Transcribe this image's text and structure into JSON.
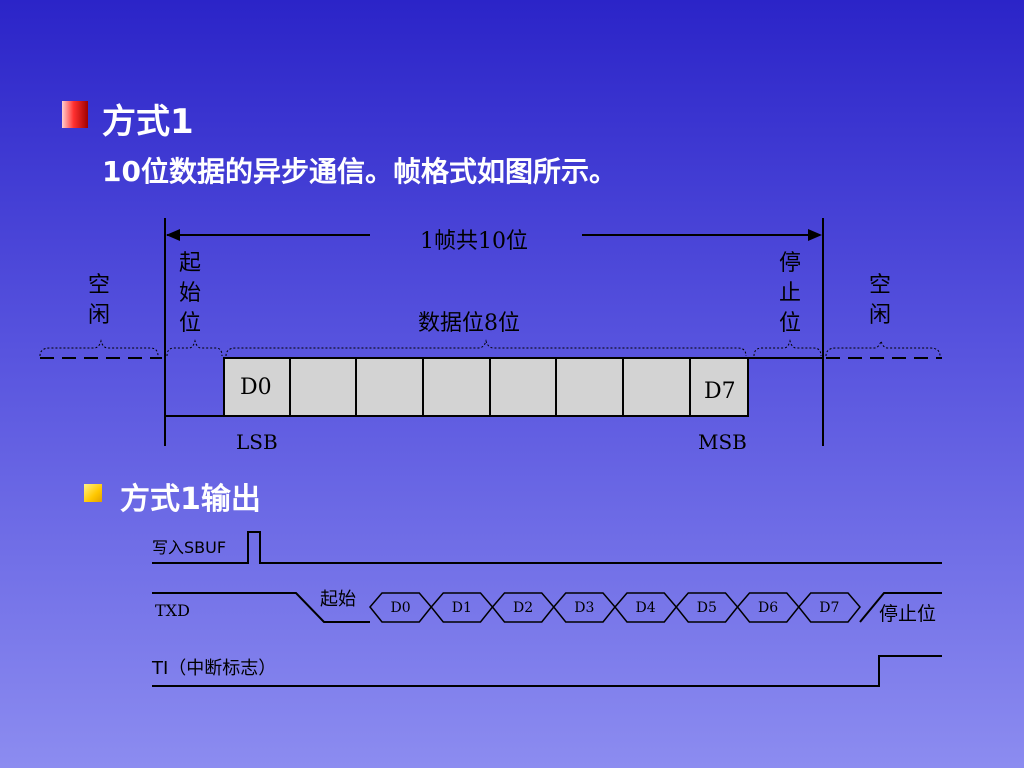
{
  "section1": {
    "title": "方式1",
    "subtitle": "10位数据的异步通信。帧格式如图所示。"
  },
  "frame_diagram": {
    "frame_label": "1帧共10位",
    "idle_left": [
      "空",
      "闲"
    ],
    "idle_right": [
      "空",
      "闲"
    ],
    "start_bit": [
      "起",
      "始",
      "位"
    ],
    "stop_bit": [
      "停",
      "止",
      "位"
    ],
    "data_label": "数据位8位",
    "first_bit": "D0",
    "last_bit": "D7",
    "lsb": "LSB",
    "msb": "MSB"
  },
  "section2": {
    "title": "方式1输出"
  },
  "timing": {
    "write_label": "写入SBUF",
    "txd_label": "TXD",
    "start_label": "起始",
    "bits": [
      "D0",
      "D1",
      "D2",
      "D3",
      "D4",
      "D5",
      "D6",
      "D7"
    ],
    "stop_label": "停止位",
    "ti_label": "TI（中断标志）"
  },
  "colors": {
    "background_top": "#2b24c8",
    "background_bottom": "#8c8cf0",
    "heading_text": "#ffffff",
    "bit_cell_fill": "#d3d3d3",
    "bullet_red": "#ff3030",
    "bullet_yellow": "#ffc800"
  }
}
